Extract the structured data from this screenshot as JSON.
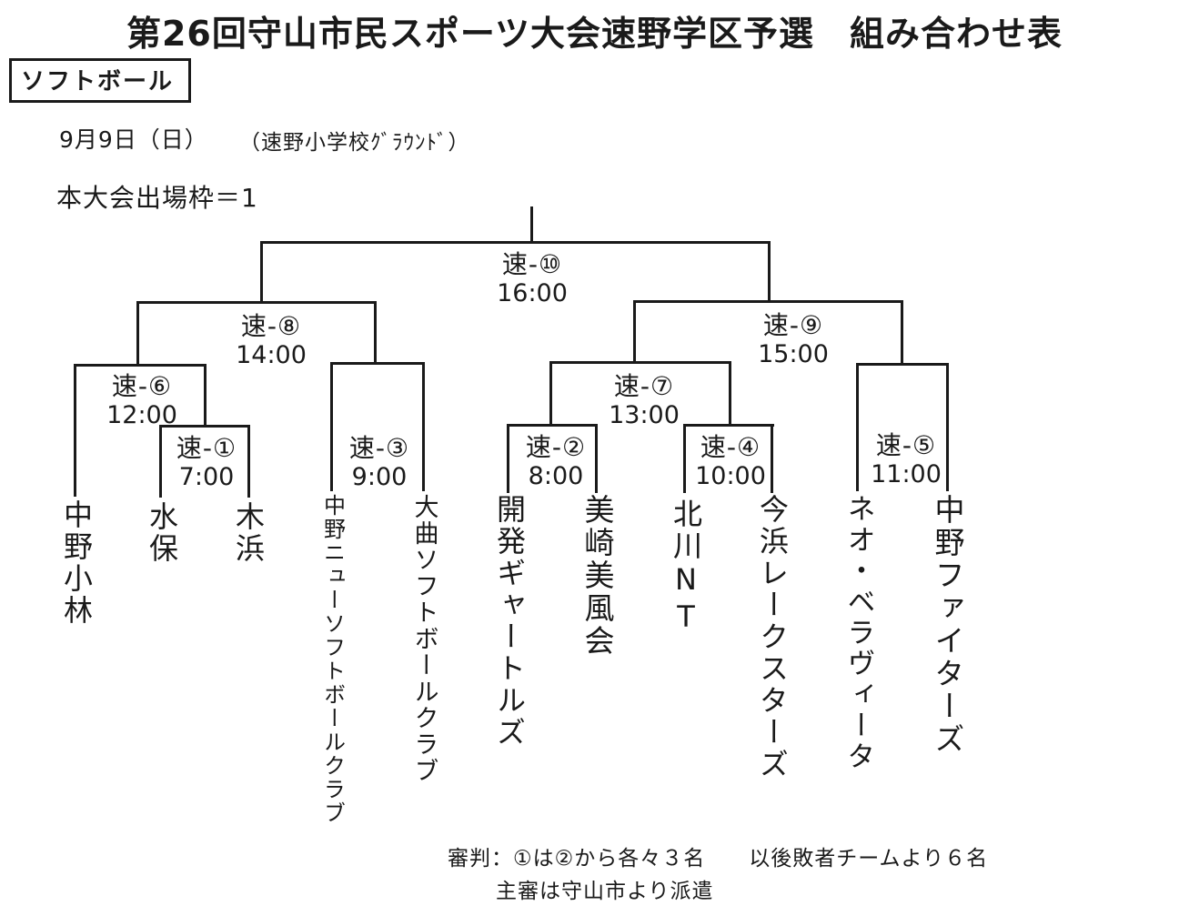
{
  "page": {
    "title": "第26回守山市民スポーツ大会速野学区予選　組み合わせ表",
    "sport_label": "ソフトボール",
    "date": "9月9日（日）",
    "venue": "（速野小学校ｸﾞﾗｳﾝﾄﾞ）",
    "entry_slots": "本大会出場枠＝1",
    "notes": [
      "審判：①は②から各々３名　　以後敗者チームより６名",
      "主審は守山市より派遣"
    ],
    "colors": {
      "ink": "#1a1a1a",
      "paper": "#ffffff"
    }
  },
  "bracket": {
    "matches": [
      {
        "label": "速-①",
        "time": "7:00"
      },
      {
        "label": "速-②",
        "time": "8:00"
      },
      {
        "label": "速-③",
        "time": "9:00"
      },
      {
        "label": "速-④",
        "time": "10:00"
      },
      {
        "label": "速-⑤",
        "time": "11:00"
      },
      {
        "label": "速-⑥",
        "time": "12:00"
      },
      {
        "label": "速-⑦",
        "time": "13:00"
      },
      {
        "label": "速-⑧",
        "time": "14:00"
      },
      {
        "label": "速-⑨",
        "time": "15:00"
      },
      {
        "label": "速-⑩",
        "time": "16:00"
      }
    ],
    "teams": [
      {
        "name": "中野小林"
      },
      {
        "name": "水保"
      },
      {
        "name": "木浜"
      },
      {
        "name": "中野ニューソフトボールクラブ"
      },
      {
        "name": "大曲ソフトボールクラブ"
      },
      {
        "name": "開発ギャートルズ"
      },
      {
        "name": "美崎美風会"
      },
      {
        "name": "北川NT"
      },
      {
        "name": "今浜レークスターズ"
      },
      {
        "name": "ネオ・ベラヴィータ"
      },
      {
        "name": "中野ファイターズ"
      }
    ]
  }
}
